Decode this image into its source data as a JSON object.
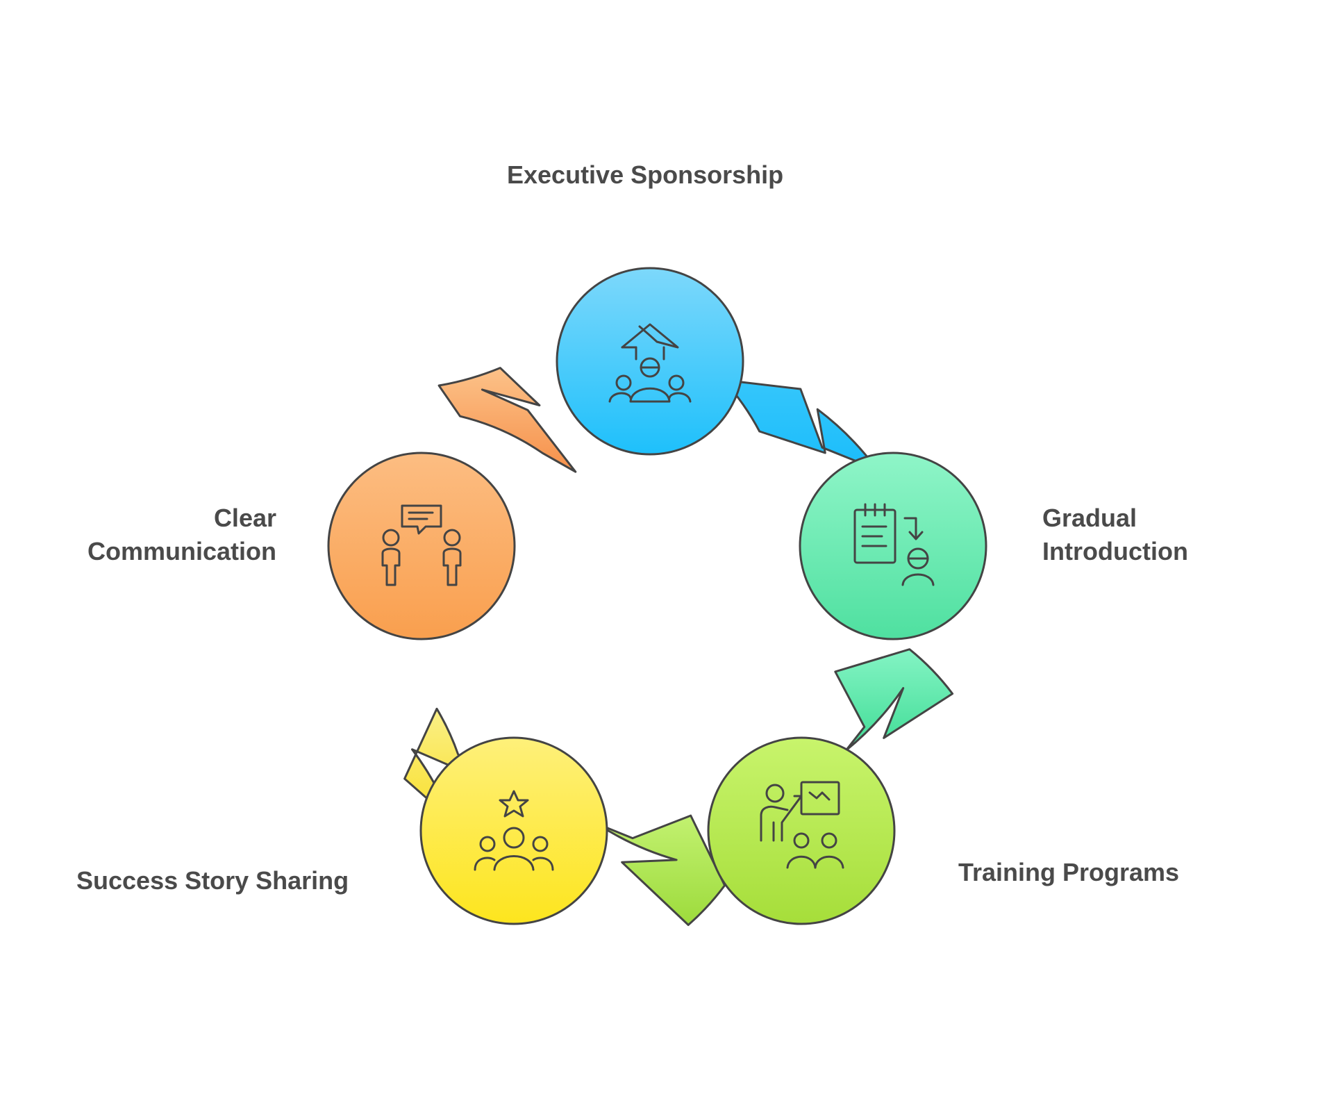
{
  "diagram": {
    "type": "cycle",
    "stages": [
      {
        "id": "executive-sponsorship",
        "label_lines": [
          "Executive Sponsorship"
        ],
        "icon": "leader-raising-team-icon",
        "color_top": "#7dd8fb",
        "color_bottom": "#1ec0fb"
      },
      {
        "id": "gradual-introduction",
        "label_lines": [
          "Gradual",
          "Introduction"
        ],
        "icon": "checklist-person-icon",
        "color_top": "#8ff5c8",
        "color_bottom": "#4fe0a0"
      },
      {
        "id": "training-programs",
        "label_lines": [
          "Training Programs"
        ],
        "icon": "presenter-whiteboard-icon",
        "color_top": "#c8f46c",
        "color_bottom": "#a6de3a"
      },
      {
        "id": "success-story-sharing",
        "label_lines": [
          "Success Story Sharing"
        ],
        "icon": "star-group-icon",
        "color_top": "#fef07a",
        "color_bottom": "#fde51e"
      },
      {
        "id": "clear-communication",
        "label_lines": [
          "Clear",
          "Communication"
        ],
        "icon": "two-people-chat-icon",
        "color_top": "#fcbd82",
        "color_bottom": "#f99f4e"
      }
    ]
  }
}
